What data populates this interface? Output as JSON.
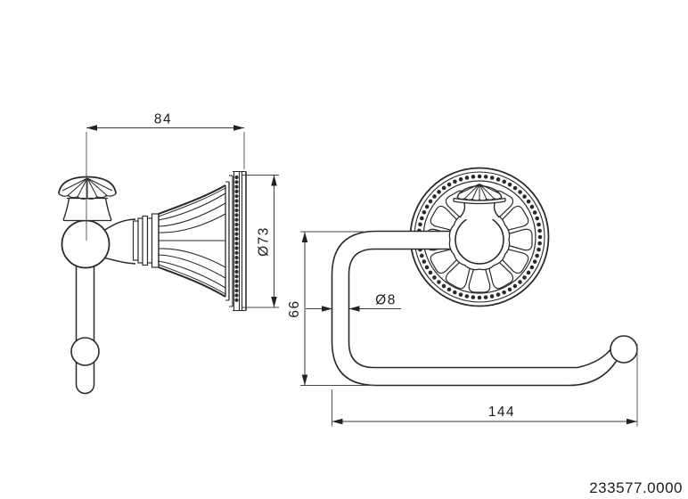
{
  "drawing": {
    "type": "technical-drawing",
    "subject": "toilet-roll-holder",
    "part_number": "233577.0000",
    "dimensions": {
      "mount_width": "84",
      "flange_diameter": "Ø73",
      "height": "66",
      "bar_diameter": "Ø8",
      "length": "144"
    },
    "colors": {
      "line": "#2a2a2a",
      "dimension_line": "#3a3a3a",
      "background": "#ffffff"
    }
  }
}
